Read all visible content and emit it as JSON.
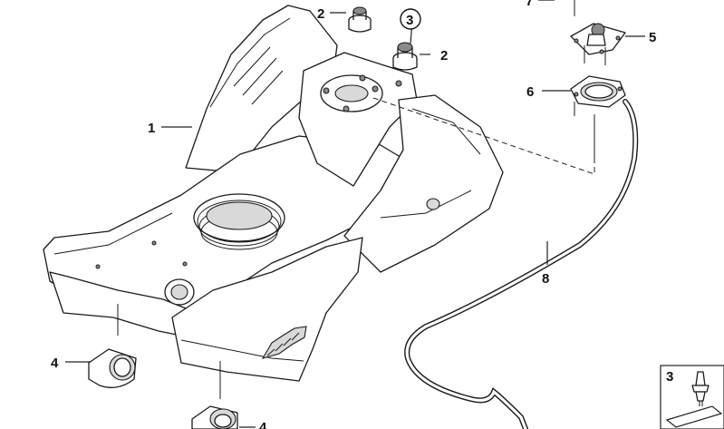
{
  "callouts": {
    "c1": "1",
    "c2a": "2",
    "c2b": "2",
    "c3a": "3",
    "c3b": "3",
    "c4a": "4",
    "c4b": "4",
    "c5": "5",
    "c6": "6",
    "c7": "7",
    "c8": "8"
  },
  "icons": {
    "tank": "fuel-tank",
    "grommet": "rubber-grommet",
    "bushing": "rubber-bushing",
    "sender": "fuel-level-sender",
    "gasket": "sealing-ring",
    "vent_line": "vent-hose",
    "clip": "push-clip"
  }
}
